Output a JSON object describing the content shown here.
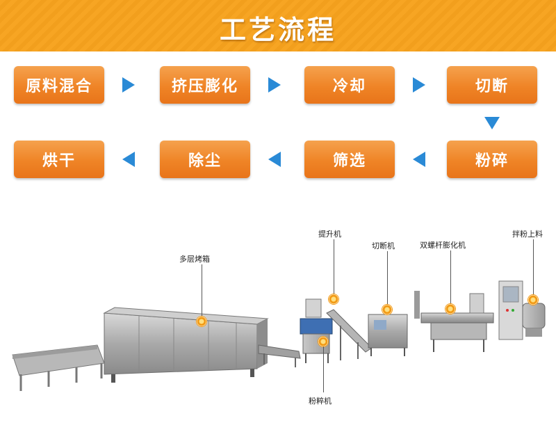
{
  "banner": {
    "title": "工艺流程"
  },
  "process": {
    "steps": [
      "原料混合",
      "挤压膨化",
      "冷却",
      "切断",
      "粉碎",
      "筛选",
      "除尘",
      "烘干"
    ]
  },
  "machines": {
    "oven": "多层烤箱",
    "elevator": "提升机",
    "cutter": "切断机",
    "extruder": "双螺杆膨化机",
    "mixer_feeder": "拌粉上料",
    "crusher": "粉粹机"
  },
  "colors": {
    "banner": "#f7a523",
    "step_box": "#ef8426",
    "arrow": "#2a8ad6",
    "marker": "#f29a14"
  }
}
